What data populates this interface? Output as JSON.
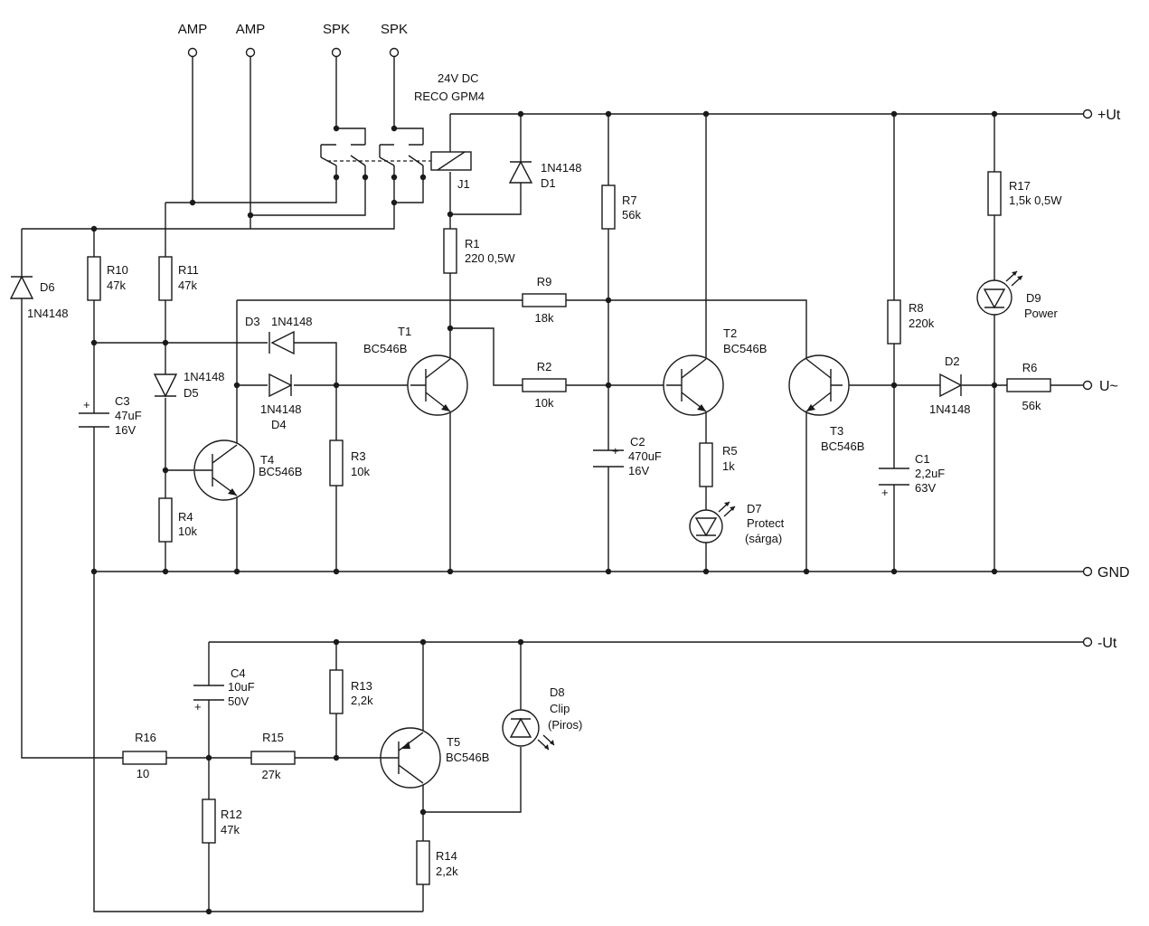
{
  "terminals": {
    "amp1": "AMP",
    "amp2": "AMP",
    "spk1": "SPK",
    "spk2": "SPK",
    "plus_ut": "+Ut",
    "u_ac": "U~",
    "gnd": "GND",
    "minus_ut": "-Ut"
  },
  "relay": {
    "ref": "J1",
    "line1": "24V DC",
    "line2": "RECO GPM4"
  },
  "resistors": {
    "R1": {
      "ref": "R1",
      "value": "220 0,5W"
    },
    "R2": {
      "ref": "R2",
      "value": "10k"
    },
    "R3": {
      "ref": "R3",
      "value": "10k"
    },
    "R4": {
      "ref": "R4",
      "value": "10k"
    },
    "R5": {
      "ref": "R5",
      "value": "1k"
    },
    "R6": {
      "ref": "R6",
      "value": "56k"
    },
    "R7": {
      "ref": "R7",
      "value": "56k"
    },
    "R8": {
      "ref": "R8",
      "value": "220k"
    },
    "R9": {
      "ref": "R9",
      "value": "18k"
    },
    "R10": {
      "ref": "R10",
      "value": "47k"
    },
    "R11": {
      "ref": "R11",
      "value": "47k"
    },
    "R12": {
      "ref": "R12",
      "value": "47k"
    },
    "R13": {
      "ref": "R13",
      "value": "2,2k"
    },
    "R14": {
      "ref": "R14",
      "value": "2,2k"
    },
    "R15": {
      "ref": "R15",
      "value": "27k"
    },
    "R16": {
      "ref": "R16",
      "value": "10"
    },
    "R17": {
      "ref": "R17",
      "value": "1,5k 0,5W"
    }
  },
  "capacitors": {
    "C1": {
      "ref": "C1",
      "value": "2,2uF",
      "voltage": "63V"
    },
    "C2": {
      "ref": "C2",
      "value": "470uF",
      "voltage": "16V"
    },
    "C3": {
      "ref": "C3",
      "value": "47uF",
      "voltage": "16V"
    },
    "C4": {
      "ref": "C4",
      "value": "10uF",
      "voltage": "50V"
    }
  },
  "diodes": {
    "D1": {
      "ref": "D1",
      "part": "1N4148"
    },
    "D2": {
      "ref": "D2",
      "part": "1N4148"
    },
    "D3": {
      "ref": "D3",
      "part": "1N4148"
    },
    "D4": {
      "ref": "D4",
      "part": "1N4148"
    },
    "D5": {
      "ref": "D5",
      "part": "1N4148"
    },
    "D6": {
      "ref": "D6",
      "part": "1N4148"
    }
  },
  "leds": {
    "D7": {
      "ref": "D7",
      "line1": "Protect",
      "line2": "(sárga)"
    },
    "D8": {
      "ref": "D8",
      "line1": "Clip",
      "line2": "(Piros)"
    },
    "D9": {
      "ref": "D9",
      "line1": "Power"
    }
  },
  "transistors": {
    "T1": {
      "ref": "T1",
      "part": "BC546B"
    },
    "T2": {
      "ref": "T2",
      "part": "BC546B"
    },
    "T3": {
      "ref": "T3",
      "part": "BC546B"
    },
    "T4": {
      "ref": "T4",
      "part": "BC546B"
    },
    "T5": {
      "ref": "T5",
      "part": "BC546B"
    }
  }
}
